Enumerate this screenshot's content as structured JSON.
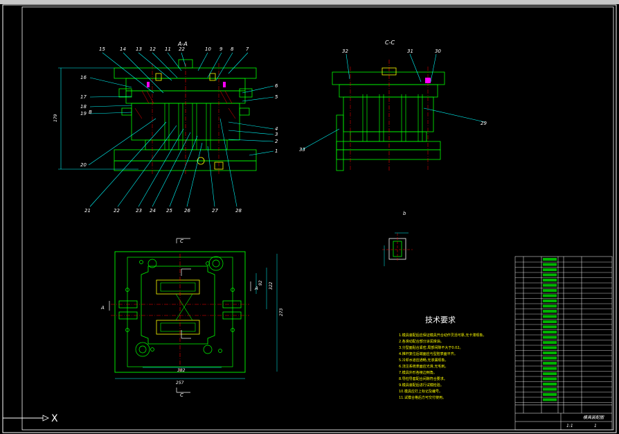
{
  "section_titles": {
    "aa": "A-A",
    "cc": "C-C",
    "detail": "b"
  },
  "part_labels_aa": [
    "15",
    "14",
    "13",
    "12",
    "11",
    "22",
    "10",
    "9",
    "8",
    "7",
    "16",
    "17",
    "18",
    "19",
    "20",
    "21",
    "22",
    "23",
    "24",
    "25",
    "26",
    "27",
    "28",
    "6",
    "5",
    "4",
    "3",
    "2",
    "1"
  ],
  "part_labels_cc": [
    "32",
    "31",
    "30",
    "29",
    "33"
  ],
  "section_marks": {
    "a_left": "A",
    "a_right": "A",
    "b_mark": "B",
    "c_top": "C",
    "c_bottom": "C"
  },
  "dims": {
    "d_width": "257",
    "d_inner": "382",
    "d_height": "273",
    "d_ht2": "322",
    "d_small": "92",
    "d_overall": "179"
  },
  "tech": {
    "title": "技术要求",
    "lines": [
      "1.模具装配后应保证模具开合动作灵活可靠,无卡滞现象。",
      "2.各滑动配合部分涂润滑油。",
      "3.分型面贴合紧密,局部间隙不大于0.02。",
      "4.推杆复位后端面应与型腔表面平齐。",
      "5.冷却水道应通畅,无渗漏现象。",
      "6.浇注系统表面应光滑,无毛刺。",
      "7.模具外形各棱边倒角。",
      "8.导柱导套配合间隙符合要求。",
      "9.模具装配后进行试模检验。",
      "10.模具应打上标记及编号。",
      "11.试模合格后方可交付使用。"
    ]
  },
  "title_block": {
    "name": "模具装配图",
    "scale": "1:1",
    "sheet": "1"
  },
  "coordinate_axis": {
    "x": "X"
  },
  "colors": {
    "background": "#000000",
    "outline": "#00ff00",
    "leader": "#00ffff",
    "centerline": "#ff0000",
    "detail": "#ffff00",
    "frame": "#ffffff",
    "accent": "#ff00ff"
  }
}
